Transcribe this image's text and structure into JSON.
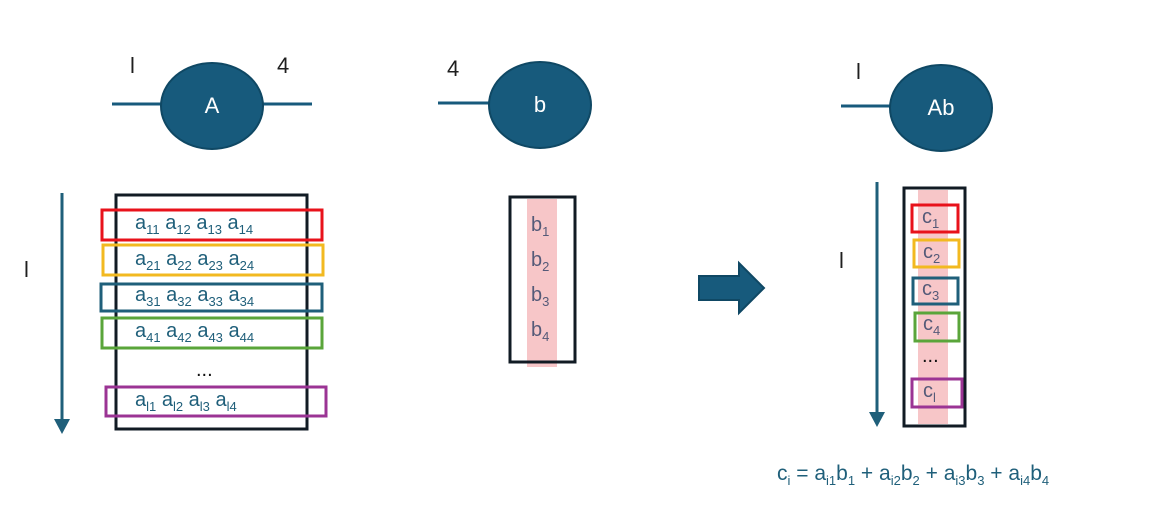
{
  "colors": {
    "node": "#175a7c",
    "line": "#175a7c",
    "red": "#e8121b",
    "yellow": "#f2b920",
    "blue": "#1f5f7a",
    "green": "#5aa53a",
    "purple": "#9b3494",
    "pink": "#f7c6c8"
  },
  "tensor_A": {
    "label": "A",
    "left_index": "l",
    "right_index": "4"
  },
  "tensor_b": {
    "label": "b",
    "left_index": "4"
  },
  "tensor_Ab": {
    "label": "Ab",
    "left_index": "l"
  },
  "matrix_A": {
    "axis_label": "l",
    "ellipsis": "...",
    "rows": [
      {
        "base": "a",
        "subs": [
          "11",
          "12",
          "13",
          "14"
        ]
      },
      {
        "base": "a",
        "subs": [
          "21",
          "22",
          "23",
          "24"
        ]
      },
      {
        "base": "a",
        "subs": [
          "31",
          "32",
          "33",
          "34"
        ]
      },
      {
        "base": "a",
        "subs": [
          "41",
          "42",
          "43",
          "44"
        ]
      },
      {
        "base": "a",
        "subs": [
          "l1",
          "l2",
          "l3",
          "l4"
        ]
      }
    ]
  },
  "vector_b": {
    "base": "b",
    "subs": [
      "1",
      "2",
      "3",
      "4"
    ]
  },
  "vector_c": {
    "axis_label": "l",
    "ellipsis": "...",
    "base": "c",
    "subs": [
      "1",
      "2",
      "3",
      "4",
      "l"
    ]
  },
  "formula": {
    "lhs_base": "c",
    "lhs_sub": "i",
    "eq": "=",
    "plus": "+",
    "terms": [
      {
        "a": "a",
        "a_sub": "i1",
        "b": "b",
        "b_sub": "1"
      },
      {
        "a": "a",
        "a_sub": "i2",
        "b": "b",
        "b_sub": "2"
      },
      {
        "a": "a",
        "a_sub": "i3",
        "b": "b",
        "b_sub": "3"
      },
      {
        "a": "a",
        "a_sub": "i4",
        "b": "b",
        "b_sub": "4"
      }
    ]
  }
}
